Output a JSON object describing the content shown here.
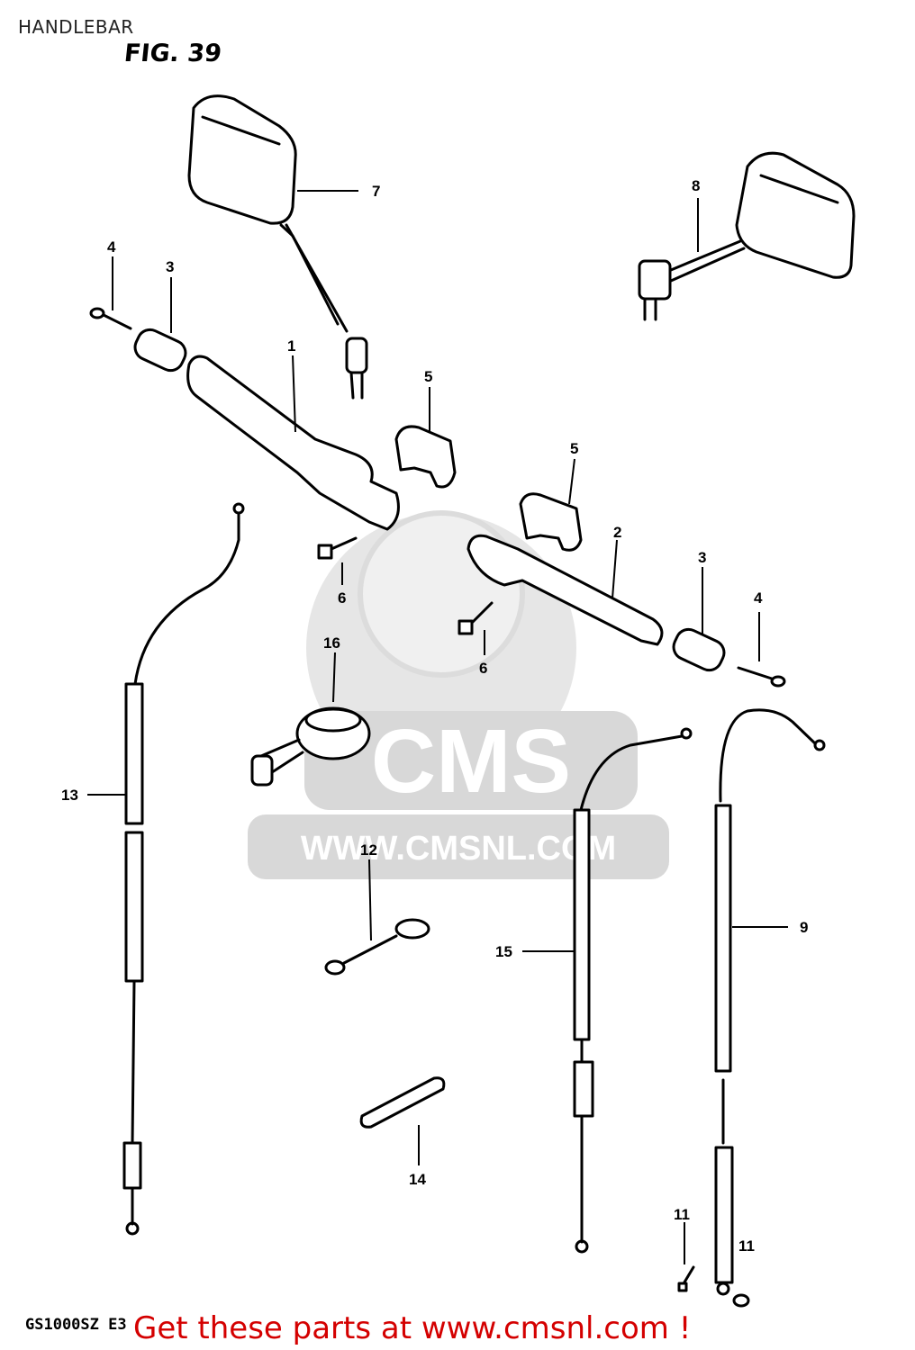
{
  "title": "HANDLEBAR",
  "figure_label": "FIG. 39",
  "model_code": "GS1000SZ E3",
  "watermark": {
    "brand": "CMS",
    "url": "WWW.CMSNL.COM"
  },
  "promo_text": "Get these parts at www.cmsnl.com !",
  "part_numbers": {
    "p1": "1",
    "p2": "2",
    "p3a": "3",
    "p3b": "3",
    "p4a": "4",
    "p4b": "4",
    "p5a": "5",
    "p5b": "5",
    "p6a": "6",
    "p6b": "6",
    "p7": "7",
    "p8": "8",
    "p9": "9",
    "p11a": "11",
    "p11b": "11",
    "p12": "12",
    "p13": "13",
    "p14": "14",
    "p15": "15",
    "p16": "16"
  },
  "colors": {
    "promo": "#d40000",
    "line": "#000000",
    "watermark": "#d8d8d8"
  }
}
